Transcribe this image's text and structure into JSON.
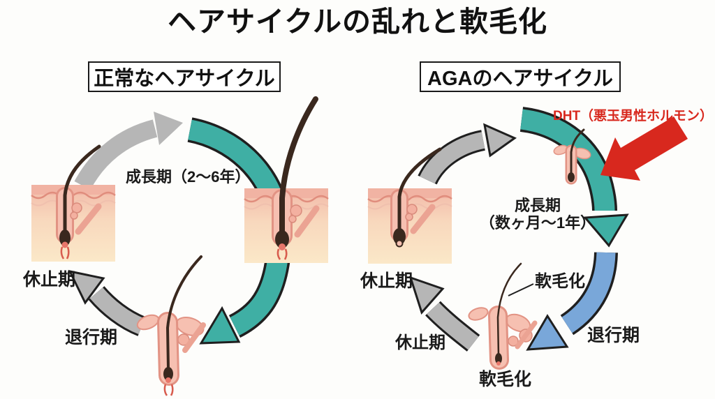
{
  "title": "ヘアサイクルの乱れと軟毛化",
  "normal_cycle": {
    "heading": "正常なヘアサイクル",
    "growth_label": "成長期（2～6年）",
    "rest_label": "休止期",
    "regression_label": "退行期"
  },
  "aga_cycle": {
    "heading": "AGAのヘアサイクル",
    "dht_label": "DHT（悪玉男性ホルモン）",
    "growth_line1": "成長期",
    "growth_line2": "（数ヶ月～1年）",
    "rest_label_upper": "休止期",
    "rest_label_lower": "休止期",
    "thinning_callout_label": "軟毛化",
    "thinning_bottom_label": "軟毛化",
    "regression_label": "退行期"
  },
  "colors": {
    "growth_arrow_teal": "#3fafa4",
    "cycle_arrow_gray": "#b6b6b6",
    "regression_arrow_blue": "#79a7d9",
    "dht_arrow_red": "#d8281e",
    "skin_top_pink": "#f1b3a3",
    "skin_bottom_cream": "#fbe8c8",
    "follicle_pink": "#f6c0b1",
    "hair_brown": "#3a281e",
    "text_black": "#1a1a1a"
  }
}
